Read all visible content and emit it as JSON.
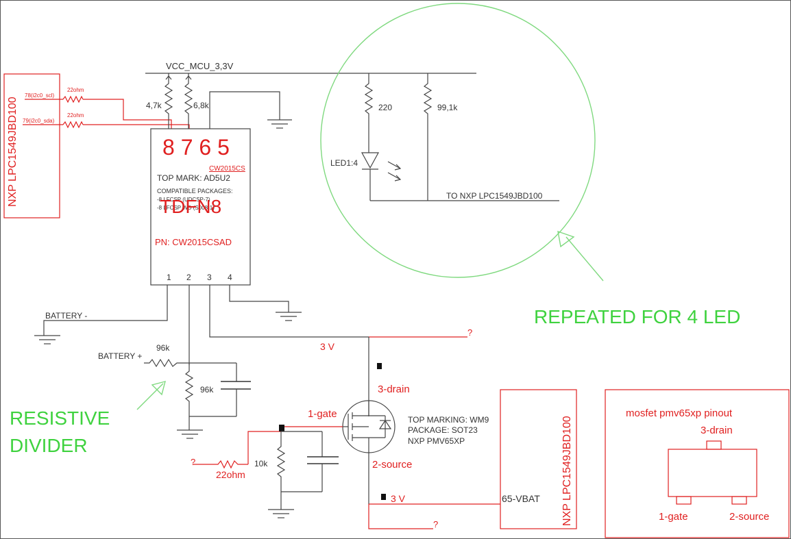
{
  "colors": {
    "wire": "#444444",
    "annotation_red": "#e02020",
    "annotation_green": "#3fd23f"
  },
  "labels": {
    "vcc_rail": "VCC_MCU_3,3V",
    "mcu_left": "NXP LPC1549JBD100",
    "mcu_right": "NXP LPC1549JBD100",
    "pin78": "78(i2c0_scl)",
    "pin79": "79(i2c0_sda)",
    "r_series_1": "22ohm",
    "r_series_2": "22ohm",
    "r_pullup_1": "4,7k",
    "r_pullup_2": "6,8k",
    "pin_numbers_top": "8 7 6 5",
    "ic_cw2015cs": "CW2015CS",
    "ic_top_mark": "TOP MARK: AD5U2",
    "ic_compat": "COMPATIBLE PACKAGES:",
    "ic_compat_line1": "-8 LFCSP (UDCSP-7)",
    "ic_compat_line2": "-8 LFCSP WD (S008-1)",
    "ic_tdfn8": "TDFN8",
    "ic_pn": "PN: CW2015CSAD",
    "ic_pin1": "1",
    "ic_pin2": "2",
    "ic_pin3": "3",
    "ic_pin4": "4",
    "led_r1": "220",
    "led_r2": "99,1k",
    "led_label": "LED1:4",
    "to_mcu": "TO NXP LPC1549JBD100",
    "repeated": "REPEATED FOR 4 LED",
    "battery_minus": "BATTERY -",
    "battery_plus": "BATTERY +",
    "r_div_1": "96k",
    "r_div_2": "96k",
    "resistive": "RESISTIVE",
    "divider": "DIVIDER",
    "three_v_top": "3 V",
    "q_top": "?",
    "drain": "3-drain",
    "gate": "1-gate",
    "source": "2-source",
    "mos_mark": "TOP MARKING: WM9",
    "mos_pkg": "PACKAGE: SOT23",
    "mos_name": "NXP PMV65XP",
    "q_left": "?",
    "r_gate": "22ohm",
    "r_10k": "10k",
    "three_v_bottom": "3 V",
    "vbat": "65-VBAT",
    "q_bottom": "?",
    "pinout_title": "mosfet pmv65xp pinout",
    "pinout_drain": "3-drain",
    "pinout_gate": "1-gate",
    "pinout_source": "2-source"
  }
}
